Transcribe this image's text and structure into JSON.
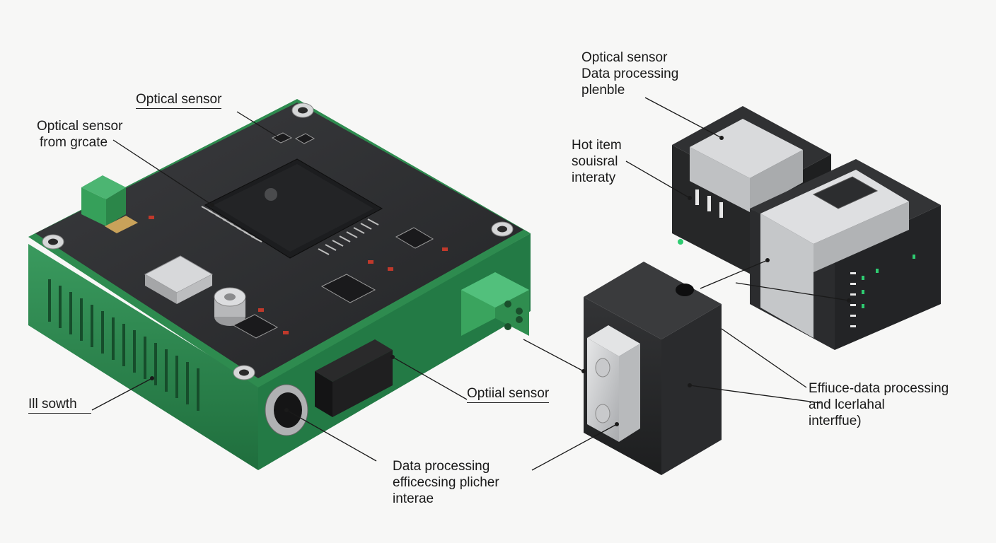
{
  "colors": {
    "background": "#f7f7f6",
    "pcb_dark": "#2b2c2e",
    "enclosure_green": "#2e8b4f",
    "connector_green": "#36a05a",
    "module_black": "#262728",
    "module_silver": "#cfd1d3",
    "leader_line": "#1a1a1a"
  },
  "labels": {
    "top_optical": "Optical sensor",
    "left_optical_1": "Optical sensor",
    "left_optical_2": "from grcate",
    "switch": "Ill sowth",
    "bottom_dp_1": "Data processing",
    "bottom_dp_2": "efficecsing plicher",
    "bottom_dp_3": "interae",
    "mid_optical": "Optiial sensor",
    "tr_1": "Optical sensor",
    "tr_2": "Data processing",
    "tr_3": "plenble",
    "hot_1": "Hot item",
    "hot_2": "souisral",
    "hot_3": "interaty",
    "eff_1": "Effiuce-data processing",
    "eff_2": "and lcerlahal",
    "eff_3": "interffue)"
  },
  "icons": [
    "pcb-board",
    "microcontroller-chip",
    "crystal-oscillator",
    "capacitor",
    "terminal-connector",
    "sensor-module",
    "processing-module"
  ]
}
